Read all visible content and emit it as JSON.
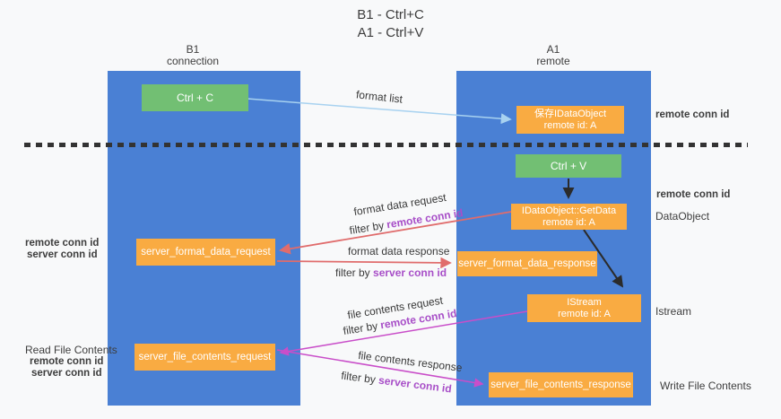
{
  "title": {
    "line1": "B1 - Ctrl+C",
    "line2": "A1 - Ctrl+V"
  },
  "columns": {
    "left": {
      "title": "B1",
      "subtitle": "connection"
    },
    "right": {
      "title": "A1",
      "subtitle": "remote"
    }
  },
  "boxes": {
    "ctrl_c": {
      "label": "Ctrl + C"
    },
    "save_dataobject": {
      "line1": "保存IDataObject",
      "line2": "remote id: A"
    },
    "ctrl_v": {
      "label": "Ctrl + V"
    },
    "getdata": {
      "line1": "IDataObject::GetData",
      "line2": "remote id: A"
    },
    "format_request": {
      "label": "server_format_data_request"
    },
    "format_response": {
      "label": "server_format_data_response"
    },
    "istream": {
      "line1": "IStream",
      "line2": "remote id: A"
    },
    "file_request": {
      "label": "server_file_contents_request"
    },
    "file_response": {
      "label": "server_file_contents_response"
    }
  },
  "flow_labels": {
    "format_list": "format list",
    "format_data_request": "format data request",
    "format_data_response": "format data response",
    "file_contents_request": "file contents request",
    "file_contents_response": "file contents response",
    "filter_by": "filter by",
    "remote_conn_id": "remote conn id",
    "server_conn_id": "server conn id"
  },
  "side_labels": {
    "right_remote_conn_id_1": "remote conn id",
    "right_remote_conn_id_2": "remote conn id",
    "data_object": "DataObject",
    "istream": "Istream",
    "write_file_contents": "Write File Contents",
    "left_remote_conn_id_1": "remote conn id",
    "left_server_conn_id_1": "server conn id",
    "read_file_contents": "Read File Contents",
    "left_remote_conn_id_2": "remote conn id",
    "left_server_conn_id_2": "server conn id"
  },
  "colors": {
    "column_blue": "#4a80d4",
    "box_green": "#72bf73",
    "box_orange": "#f9ab42",
    "arrow_blue": "#a8d2f0",
    "arrow_red": "#e06c6c",
    "arrow_magenta": "#c94ec9",
    "arrow_black": "#2b2b2b",
    "text_purple": "#a84fc8",
    "text_green": "#58b558"
  }
}
